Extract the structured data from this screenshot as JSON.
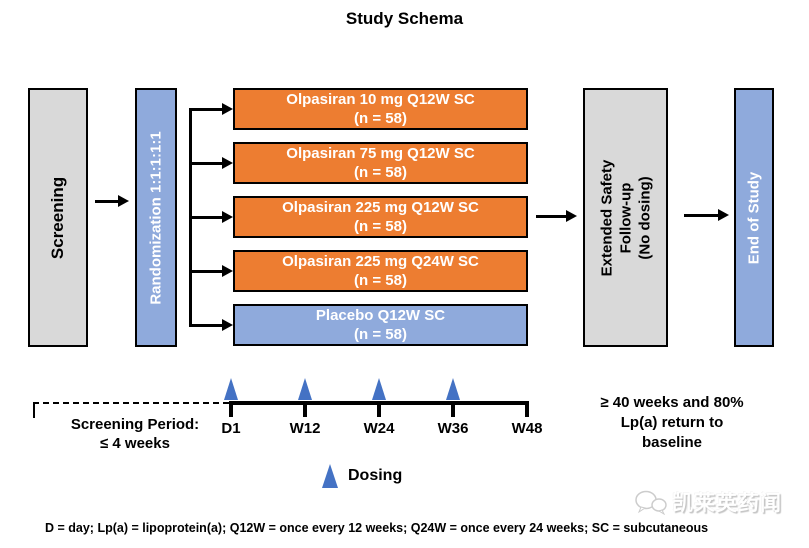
{
  "title": "Study Schema",
  "colors": {
    "orange": "#ED7D31",
    "blue": "#8FAADC",
    "gray": "#D9D9D9",
    "marker": "#4472C4",
    "line": "#000000"
  },
  "flow": {
    "screening_label": "Screening",
    "randomization_label": "Randomization 1:1:1:1:1",
    "arms": [
      {
        "line1": "Olpasiran 10 mg Q12W SC",
        "line2": "(n = 58)",
        "color": "orange"
      },
      {
        "line1": "Olpasiran 75 mg Q12W SC",
        "line2": "(n = 58)",
        "color": "orange"
      },
      {
        "line1": "Olpasiran 225 mg Q12W SC",
        "line2": "(n = 58)",
        "color": "orange"
      },
      {
        "line1": "Olpasiran 225 mg Q24W SC",
        "line2": "(n = 58)",
        "color": "orange"
      },
      {
        "line1": "Placebo Q12W SC",
        "line2": "(n = 58)",
        "color": "blue"
      }
    ],
    "extended_safety_lines": [
      "Extended Safety",
      "Follow-up",
      "(No dosing)"
    ],
    "end_of_study_label": "End of Study"
  },
  "timeline": {
    "ticks": [
      "D1",
      "W12",
      "W24",
      "W36",
      "W48"
    ],
    "dosing_marker_positions": [
      "D1",
      "W12",
      "W24",
      "W36"
    ],
    "screening_period_line1": "Screening Period:",
    "screening_period_line2": "≤ 4 weeks",
    "followup_note_line1": "≥ 40 weeks and 80%",
    "followup_note_line2": "Lp(a) return to",
    "followup_note_line3": "baseline",
    "legend_label": "Dosing"
  },
  "footnote": "D = day;  Lp(a) = lipoprotein(a); Q12W = once every 12 weeks; Q24W = once every 24 weeks; SC = subcutaneous",
  "watermark_text": "凯莱英药闻"
}
